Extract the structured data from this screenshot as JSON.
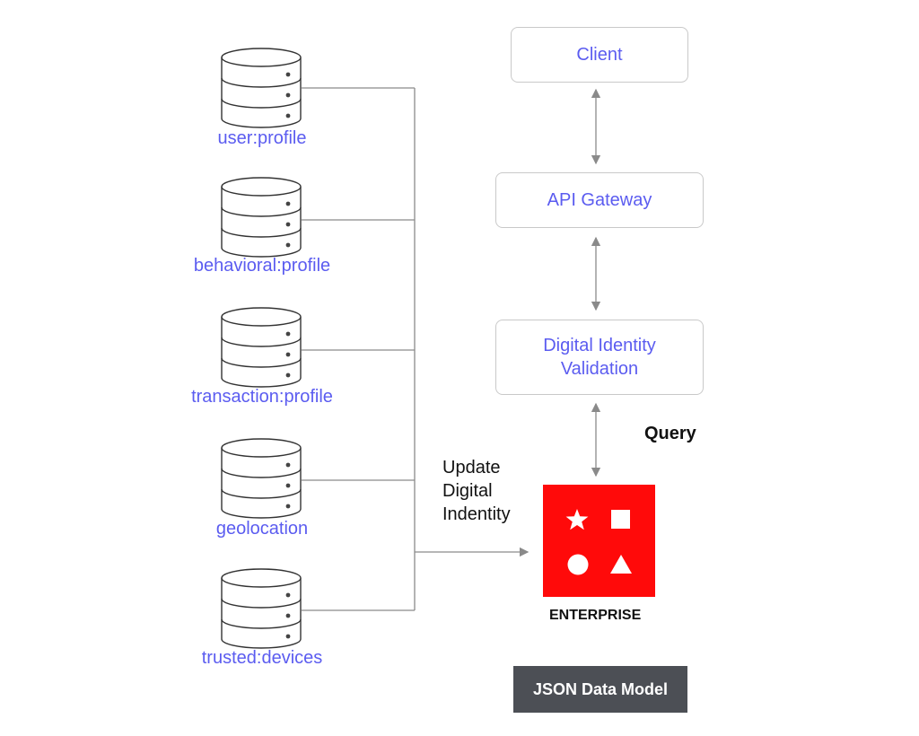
{
  "stores": [
    {
      "label": "user:profile"
    },
    {
      "label": "behavioral:profile"
    },
    {
      "label": "transaction:profile"
    },
    {
      "label": "geolocation"
    },
    {
      "label": "trusted:devices"
    }
  ],
  "nodes": {
    "client": "Client",
    "api_gateway": "API Gateway",
    "validation_line1": "Digital Identity",
    "validation_line2": "Validation"
  },
  "annotations": {
    "query": "Query",
    "update_line1": "Update",
    "update_line2": "Digital",
    "update_line3": "Indentity"
  },
  "enterprise": {
    "label": "ENTERPRISE",
    "color": "#ff0a0a"
  },
  "badge": "JSON Data Model",
  "colors": {
    "accent": "#5b5cf0",
    "line": "#8a8a8a",
    "badge_bg": "#4c4f55"
  }
}
